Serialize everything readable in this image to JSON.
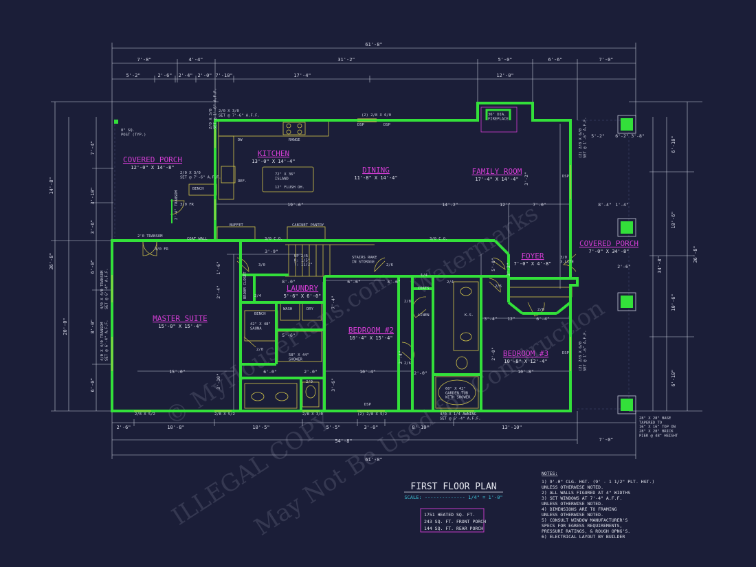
{
  "dimensions": {
    "overall_top": "61'-8\"",
    "top_row1": [
      "7'-8\"",
      "4'-4\"",
      "31'-2\"",
      "5'-0\"",
      "6'-6\"",
      "7'-0\""
    ],
    "top_row2": [
      "5'-2\"",
      "2'-6\"",
      "2'-4\"",
      "2'-0\"",
      "7'-10\"",
      "17'-4\"",
      "12'-0\""
    ],
    "left_outer": [
      "14'-8\"",
      "20'-0\""
    ],
    "left_overall": "36'-8\"",
    "left_inner": [
      "7'-4\"",
      "3'-10\"",
      "3'-6\"",
      "6'-0\"",
      "8'-0\"",
      "6'-0\""
    ],
    "right_overall": "36'-8\"",
    "right_outer": [
      "6'-10\"",
      "10'-6\"",
      "10'-6\"",
      "6'-10\""
    ],
    "right_mid": "34'-8\"",
    "bottom_row1": [
      "2'-6\"",
      "10'-8\"",
      "10'-5\"",
      "5'-5\"",
      "3'-0\"",
      "8'-10\"",
      "13'-10\""
    ],
    "bottom_overall_inner": "54'-8\"",
    "bottom_overall": "61'-8\"",
    "bottom_right": "7'-0\"",
    "interior": [
      "19'-6\"",
      "14'-2\"",
      "12'\"",
      "7'-0\"",
      "3'-9\"",
      "8'-0\"",
      "6'-6\"",
      "3'-6\"",
      "15'-0\"",
      "3'-4\"",
      "12\"",
      "6'-4\"",
      "10'-8\"",
      "10'-4\"",
      "6'-0\"",
      "2'-0\"",
      "5'-6\"",
      "5'-2\"",
      "8'-4\"",
      "6'-2\"",
      "3'-8\"",
      "1'-4\"",
      "2'-6\"",
      "1'-6\"",
      "2'-4\"",
      "3'-10\"",
      "7'-4\"",
      "3'-6\"",
      "2'-0\"",
      "5'-0\"",
      "2'-0\"",
      "3'-2\"",
      "3'-2\"",
      "2'-4\""
    ]
  },
  "rooms": {
    "kitchen": {
      "name": "KITCHEN",
      "size": "13'-0\" X 14'-4\""
    },
    "dining": {
      "name": "DINING",
      "size": "11'-8\" X 14'-4\""
    },
    "family": {
      "name": "FAMILY ROOM",
      "size": "17'-4\" X 14'-4\""
    },
    "covered_porch_left": {
      "name": "COVERED PORCH",
      "size": "12'-0\" X 14'-8\""
    },
    "covered_porch_right": {
      "name": "COVERED PORCH",
      "size": "7'-0\" X 34'-8\""
    },
    "foyer": {
      "name": "FOYER",
      "size": "7'-0\" X 4'-8\""
    },
    "laundry": {
      "name": "LAUNDRY",
      "size": "5'-6\" X 6'-0\""
    },
    "master": {
      "name": "MASTER SUITE",
      "size": "15'-0\" X 15'-4\""
    },
    "bedroom2": {
      "name": "BEDROOM #2",
      "size": "10'-4\" X 15'-4\""
    },
    "bedroom3": {
      "name": "BEDROOM #3",
      "size": "10'-8\" X 12'-4\""
    }
  },
  "labels": {
    "post": "8\" SQ.\nPOST (TYP.)",
    "window_kitchen": "2/0 X 3/0\nSET @ 7'-6\" A.F.F.",
    "window_side": "2/0 X 3/0\nSET @ 1'-6\" A.F.F.",
    "window_porch": "2/0 X 3/0\nSET @ 7'-6\" A.F.F.",
    "dw": "DW",
    "range": "RANGE",
    "window_dining": "(2) 2/8 X 6/0",
    "dsp": "DSP",
    "fireplace": "36\" DIA.\nFIREPLACE",
    "island": "72\" X 36\"\nISLAND",
    "island_note": "12\" FLUSH OH.",
    "ref": "REF.",
    "bench_top": "BENCH",
    "door_porch": "3/0 FR",
    "transom": "2'-4\" TRANSOM",
    "buffet": "BUFFET",
    "cabinet_pantry": "CABINET PANTRY",
    "coat_wall": "COAT WALL",
    "transom2": "2'0 TRANSOM",
    "door_3co": "3/0 C.O.",
    "stair": "UP 2/R\nR: 1/5\"\nT: 11/2\"",
    "stairs_note": "STAIRS RAKE\nIN STORAGE",
    "door_3co2": "3/0 C.O.",
    "door_3lite": "3/0\n3-LITE",
    "coats": "COATS",
    "linen": "LINEN",
    "ks": "K.S.",
    "broom": "BROOM CLOSET",
    "bench_master": "BENCH",
    "sauna": "42\" X 48\"\nSAUNA",
    "wash": "WASH",
    "dry": "DRY",
    "shower": "58\" X 44\"\nSHOWER",
    "tub": "60\" X 42\"\nGARDEN TUB\nWITH SHOWER",
    "w_master_left": "4/0 X 4/0 TRANSOM\nSET @ 6'-4\" A.F.F.",
    "w_master_left2": "4/0 X 4/0 TRANSOM\nSET @ 6'-4\" A.F.F.",
    "w_bottom1": "2/8 X 5/2",
    "w_bottom2": "2/8 X 5/2",
    "w_bottom3": "2/8 X 3/0",
    "w_bottom4": "(2) 2/8 X 5/2",
    "w_bottom5": "4/0 X 1/4 AWNING\nSET @ 6'-4\" A.F.F.",
    "w_right": "(2) 2/8 X 6/0\nSET @ 1'-6\" A.F.F.",
    "w_right2": "(2) 2/8 X 6/0\nSET @ 1'-6\" A.F.F.",
    "base_note": "28\" X 28\" BASE\nTAPERED TO\n16\" X 16\" TOP ON\n28\" X 28\" BRICK\nPIER @ 48\" HEIGHT",
    "door_20": "2/0",
    "door_24": "2/4",
    "door_26": "2/6",
    "door_30": "3/0",
    "door_14": "1/4",
    "door_28": "2/8"
  },
  "title": {
    "main": "FIRST FLOOR PLAN",
    "scale": "SCALE: -------------- 1/4\" = 1'-0\""
  },
  "area": [
    "1751 HEATED SQ. FT.",
    "243 SQ. FT. FRONT PORCH",
    "144 SQ. FT. REAR PORCH"
  ],
  "notes": {
    "heading": "NOTES:",
    "items": [
      "1) 9'-0\" CLG. HGT. (9' - 1 1/2\" PLT. HGT.)",
      "    UNLESS OTHERWISE NOTED.",
      "2) ALL WALLS FIGURED AT 4\" WIDTHS",
      "3) SET WINDOWS AT 7'-4\" A.F.F.",
      "    UNLESS OTHERWISE NOTED.",
      "4) DIMENSIONS ARE TO FRAMING",
      "    UNLESS OTHERWISE NOTED.",
      "5) CONSULT WINDOW MANUFACTURER'S",
      "    SPECS FOR EGRESS REQUIREMENTS,",
      "    PRESSURE RATINGS, & ROUGH OPNG'S.",
      "6) ELECTRICAL LAYOUT BY BUILDER"
    ]
  },
  "watermarks": [
    "© MyHousePlans.com",
    "ILLEGAL COPY",
    "May Not Be Used for Construction",
    "Watermarks"
  ],
  "colors": {
    "background": "#1b1e38",
    "wall": "#33e03a",
    "room_label": "#d63ed6",
    "dimension": "#d6d8e6",
    "fixture": "#d6c94a",
    "scale": "#3ec3d6"
  }
}
